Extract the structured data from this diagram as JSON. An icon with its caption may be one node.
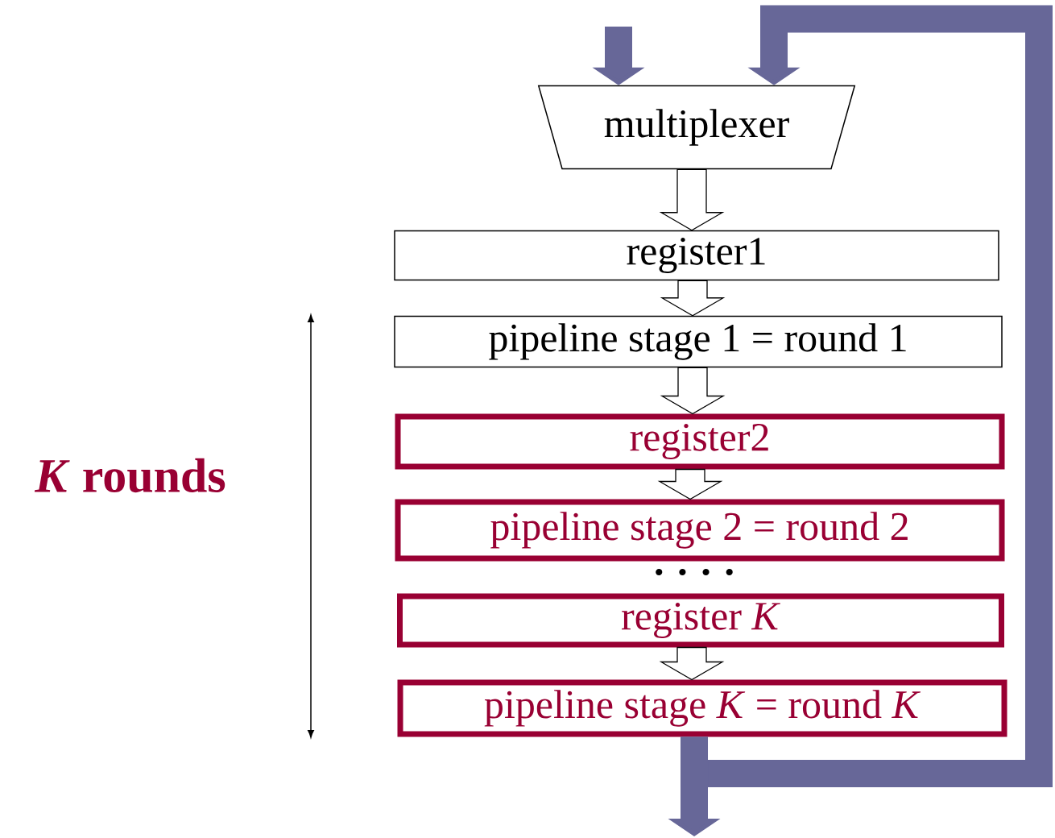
{
  "diagram": {
    "nodes": [
      {
        "text": [
          "multiplexer"
        ]
      },
      {
        "text": [
          "register1"
        ]
      },
      {
        "text": [
          "pipeline stage 1 = round 1"
        ]
      },
      {
        "text": [
          "register2"
        ]
      },
      {
        "text": [
          "pipeline stage 2 = round 2"
        ]
      },
      {
        "text": [
          "register *K*"
        ]
      },
      {
        "text": [
          "pipeline stage *K* = round *K*"
        ]
      }
    ],
    "edges": [
      {
        "from": 0,
        "to": 1,
        "arrow": "to"
      },
      {
        "from": 1,
        "to": 2,
        "arrow": "to"
      },
      {
        "from": 2,
        "to": 3,
        "arrow": "to"
      },
      {
        "from": 3,
        "to": 4,
        "arrow": "to"
      },
      {
        "from": 5,
        "to": 6,
        "arrow": "to"
      },
      {
        "from": null,
        "to": 0,
        "arrow": "to",
        "color": "#676798"
      },
      {
        "from": 6,
        "to": 0,
        "arrow": "to",
        "color": "#676798"
      },
      {
        "from": 6,
        "to": null,
        "arrow": "to",
        "color": "#676798"
      }
    ],
    "labels": [
      "*K* rounds",
      ". . . ."
    ]
  }
}
